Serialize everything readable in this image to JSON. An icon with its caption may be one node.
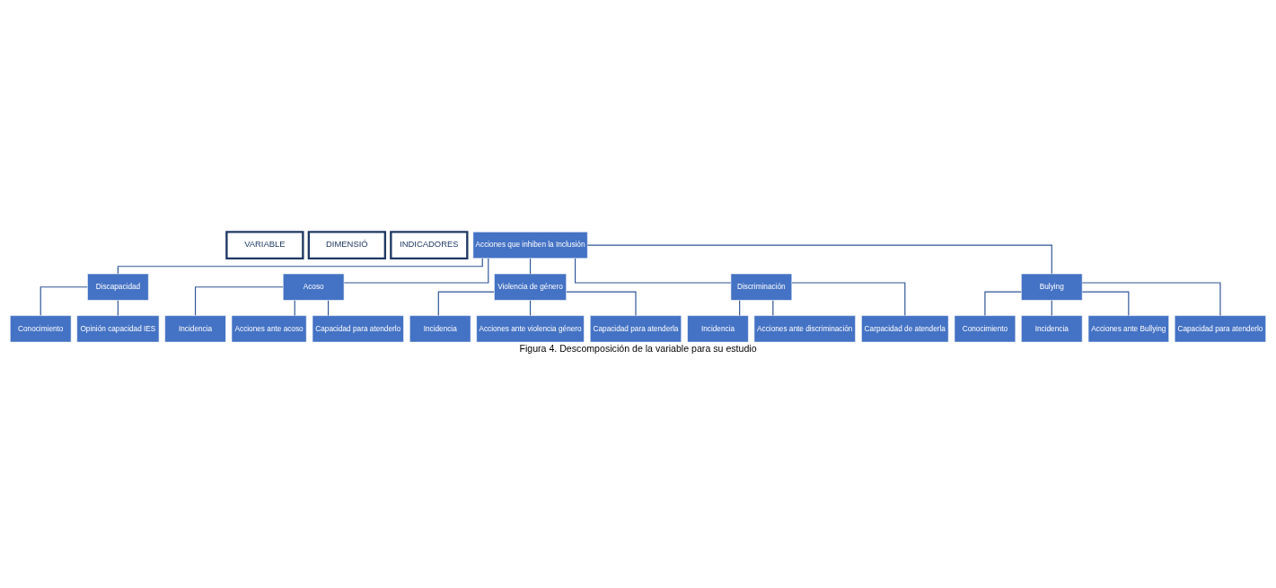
{
  "diagram": {
    "caption": "Figura 4. Descomposición de la variable para su estudio",
    "nodes": [
      {
        "text": [
          "VARIABLE"
        ]
      },
      {
        "text": [
          "DIMENSIÓ"
        ]
      },
      {
        "text": [
          "INDICADORES"
        ]
      },
      {
        "text": [
          "Acciones que inhiben la Inclusión"
        ]
      },
      {
        "text": [
          "Discapacidad"
        ]
      },
      {
        "text": [
          "Acoso"
        ]
      },
      {
        "text": [
          "Violencia de género"
        ]
      },
      {
        "text": [
          "Discriminación"
        ]
      },
      {
        "text": [
          "Bulying"
        ]
      },
      {
        "text": [
          "Conocimiento"
        ]
      },
      {
        "text": [
          "Opinión capacidad IES"
        ]
      },
      {
        "text": [
          "Incidencia"
        ]
      },
      {
        "text": [
          "Acciones ante acoso"
        ]
      },
      {
        "text": [
          "Capacidad para atenderlo"
        ]
      },
      {
        "text": [
          "Incidencia"
        ]
      },
      {
        "text": [
          "Acciones ante violencia género"
        ]
      },
      {
        "text": [
          "Capacidad para atenderla"
        ]
      },
      {
        "text": [
          "Incidencia"
        ]
      },
      {
        "text": [
          "Acciones ante discriminación"
        ]
      },
      {
        "text": [
          "Carpacidad de atenderla"
        ]
      },
      {
        "text": [
          "Conocimiento"
        ]
      },
      {
        "text": [
          "Incidencia"
        ]
      },
      {
        "text": [
          "Acciones ante Bullying"
        ]
      },
      {
        "text": [
          "Capacidad para atenderlo"
        ]
      }
    ],
    "edges": [
      {
        "from": 3,
        "to": 4,
        "arrow": "none"
      },
      {
        "from": 3,
        "to": 5,
        "arrow": "none"
      },
      {
        "from": 3,
        "to": 6,
        "arrow": "none"
      },
      {
        "from": 3,
        "to": 7,
        "arrow": "none"
      },
      {
        "from": 3,
        "to": 8,
        "arrow": "none"
      },
      {
        "from": 4,
        "to": 9,
        "arrow": "none"
      },
      {
        "from": 4,
        "to": 10,
        "arrow": "none"
      },
      {
        "from": 5,
        "to": 11,
        "arrow": "none"
      },
      {
        "from": 5,
        "to": 12,
        "arrow": "none"
      },
      {
        "from": 5,
        "to": 13,
        "arrow": "none"
      },
      {
        "from": 6,
        "to": 14,
        "arrow": "none"
      },
      {
        "from": 6,
        "to": 15,
        "arrow": "none"
      },
      {
        "from": 6,
        "to": 16,
        "arrow": "none"
      },
      {
        "from": 7,
        "to": 17,
        "arrow": "none"
      },
      {
        "from": 7,
        "to": 18,
        "arrow": "none"
      },
      {
        "from": 7,
        "to": 19,
        "arrow": "none"
      },
      {
        "from": 8,
        "to": 20,
        "arrow": "none"
      },
      {
        "from": 8,
        "to": 21,
        "arrow": "none"
      },
      {
        "from": 8,
        "to": 22,
        "arrow": "none"
      },
      {
        "from": 8,
        "to": 23,
        "arrow": "none"
      }
    ]
  }
}
